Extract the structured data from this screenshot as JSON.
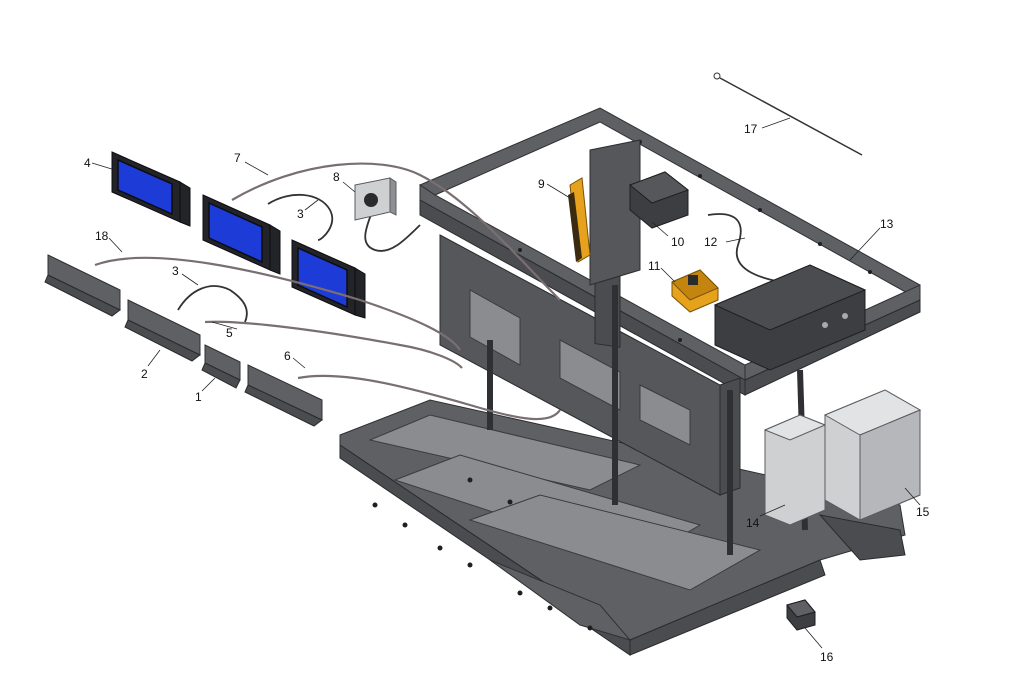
{
  "callouts": [
    {
      "id": "c1",
      "label": "1"
    },
    {
      "id": "c2",
      "label": "2"
    },
    {
      "id": "c3a",
      "label": "3"
    },
    {
      "id": "c3b",
      "label": "3"
    },
    {
      "id": "c4",
      "label": "4"
    },
    {
      "id": "c5",
      "label": "5"
    },
    {
      "id": "c6",
      "label": "6"
    },
    {
      "id": "c7",
      "label": "7"
    },
    {
      "id": "c8",
      "label": "8"
    },
    {
      "id": "c9",
      "label": "9"
    },
    {
      "id": "c10",
      "label": "10"
    },
    {
      "id": "c11",
      "label": "11"
    },
    {
      "id": "c12",
      "label": "12"
    },
    {
      "id": "c13",
      "label": "13"
    },
    {
      "id": "c14",
      "label": "14"
    },
    {
      "id": "c15",
      "label": "15"
    },
    {
      "id": "c16",
      "label": "16"
    },
    {
      "id": "c17",
      "label": "17"
    },
    {
      "id": "c18",
      "label": "18"
    }
  ],
  "colors": {
    "frame": "#5e6064",
    "screen": "#1d3bd6",
    "accent_orange": "#e6a21c",
    "enclosure": "#cfd0d2"
  }
}
